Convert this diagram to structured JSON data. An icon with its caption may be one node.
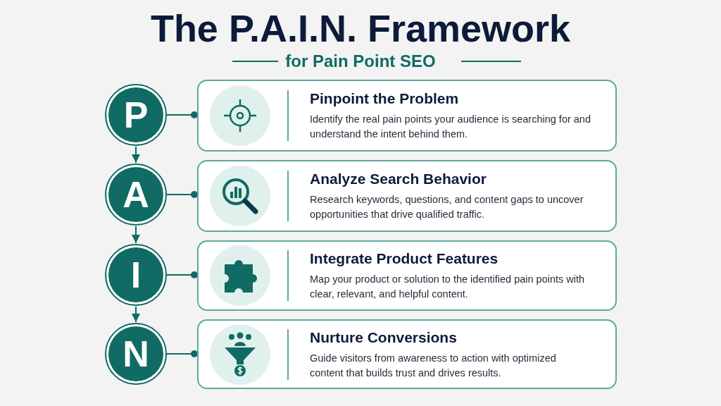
{
  "diagram": {
    "title": "The P.A.I.N. Framework",
    "nodes": [
      {
        "text": [
          "P"
        ]
      },
      {
        "text": [
          "A"
        ]
      },
      {
        "text": [
          "I"
        ]
      },
      {
        "text": [
          "N"
        ]
      },
      {
        "text": [
          "Pinpoint the Problem",
          "Identify the real pain points your audience is searching for and understand the intent behind them."
        ]
      },
      {
        "text": [
          "Analyze Search Behavior",
          "Research keywords, questions, and content gaps to uncover opportunities that drive qualified traffic."
        ]
      },
      {
        "text": [
          "Integrate Product Features",
          "Map your product or solution to the identified pain points with clear, relevant, and helpful content."
        ]
      },
      {
        "text": [
          "Nurture Conversions",
          "Guide visitors from awareness to action with optimized content that builds trust and drives results."
        ]
      }
    ],
    "edges": [
      {
        "from": 0,
        "to": 1,
        "arrow": "to"
      },
      {
        "from": 1,
        "to": 2,
        "arrow": "to"
      },
      {
        "from": 2,
        "to": 3,
        "arrow": "to"
      },
      {
        "from": 0,
        "to": 4,
        "arrow": "other"
      },
      {
        "from": 1,
        "to": 5,
        "arrow": "other"
      },
      {
        "from": 2,
        "to": 6,
        "arrow": "other"
      },
      {
        "from": 3,
        "to": 7,
        "arrow": "other"
      }
    ],
    "labels": [
      "for Pain Point SEO"
    ]
  }
}
